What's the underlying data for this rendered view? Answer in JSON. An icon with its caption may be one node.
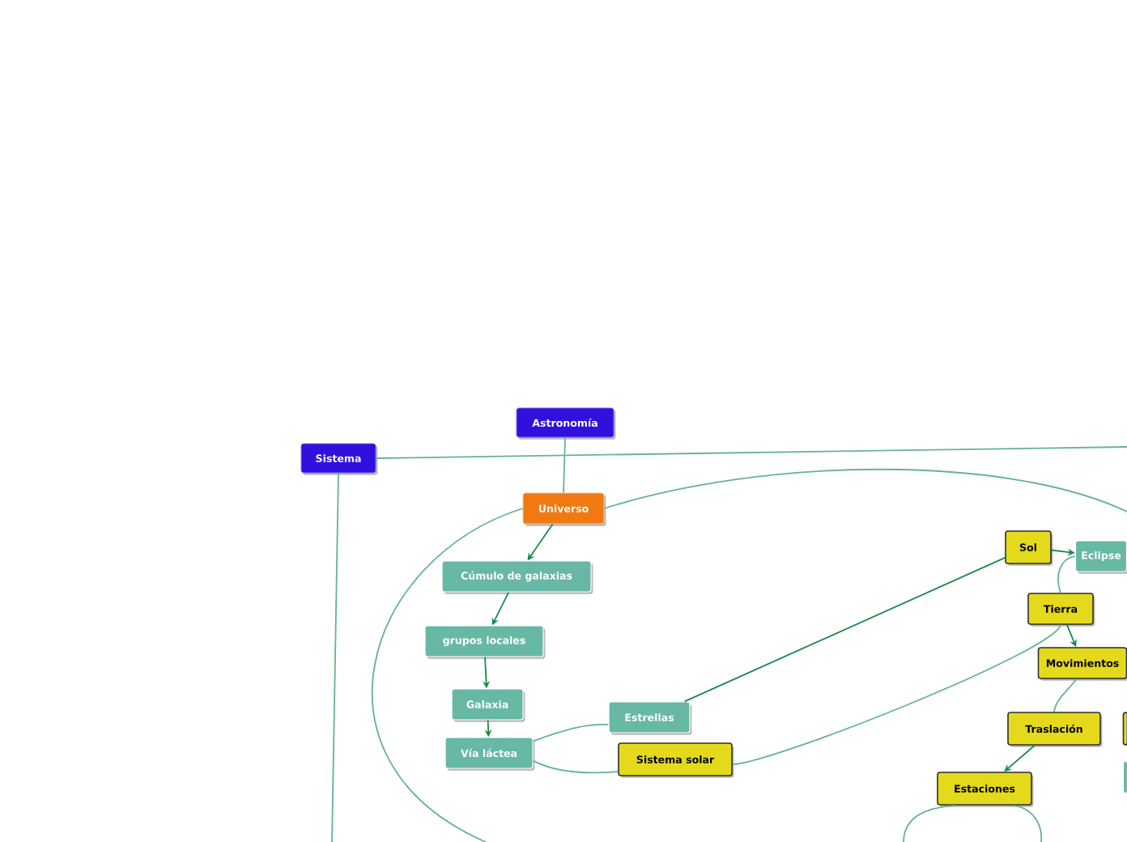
{
  "diagram": {
    "nodes": [
      {
        "text": [
          "Astronomía"
        ]
      },
      {
        "text": [
          "Sistema"
        ]
      },
      {
        "text": [
          "Universo"
        ]
      },
      {
        "text": [
          "Cúmulo de galaxias"
        ]
      },
      {
        "text": [
          "grupos locales"
        ]
      },
      {
        "text": [
          "Galaxia"
        ]
      },
      {
        "text": [
          "Vía láctea"
        ]
      },
      {
        "text": [
          "Estrellas"
        ]
      },
      {
        "text": [
          "Sistema solar"
        ]
      },
      {
        "text": [
          "Sol"
        ]
      },
      {
        "text": [
          "Eclipse"
        ]
      },
      {
        "text": [
          "Tierra"
        ]
      },
      {
        "text": [
          "Movimientos"
        ]
      },
      {
        "text": [
          "Traslación"
        ]
      },
      {
        "text": [
          "Estaciones"
        ]
      },
      {
        "text": [],
        "shape": "box"
      },
      {
        "text": [],
        "shape": "box"
      }
    ],
    "edges": [
      {
        "from": 0,
        "to": 2,
        "arrow": "none"
      },
      {
        "from": 1,
        "to": null,
        "arrow": "none"
      },
      {
        "from": 1,
        "to": null,
        "arrow": "none"
      },
      {
        "from": 2,
        "to": null,
        "arrow": "none"
      },
      {
        "from": 2,
        "to": null,
        "arrow": "none"
      },
      {
        "from": 2,
        "to": 3,
        "arrow": "to",
        "color": "#1a8a4a"
      },
      {
        "from": 3,
        "to": 4,
        "arrow": "to",
        "color": "#1a8a4a"
      },
      {
        "from": 4,
        "to": 5,
        "arrow": "to",
        "color": "#1a8a4a"
      },
      {
        "from": 5,
        "to": 6,
        "arrow": "to",
        "color": "#1a8a4a"
      },
      {
        "from": 6,
        "to": 7,
        "arrow": "none"
      },
      {
        "from": 6,
        "to": 8,
        "arrow": "none"
      },
      {
        "from": 7,
        "to": 9,
        "arrow": "none",
        "color": "#1a8a4a"
      },
      {
        "from": 9,
        "to": 10,
        "arrow": "to",
        "color": "#1a8a4a"
      },
      {
        "from": 8,
        "to": 11,
        "arrow": "none"
      },
      {
        "from": 11,
        "to": 10,
        "arrow": "none"
      },
      {
        "from": 11,
        "to": 12,
        "arrow": "to",
        "color": "#1a8a4a"
      },
      {
        "from": 12,
        "to": 13,
        "arrow": "none"
      },
      {
        "from": 13,
        "to": 14,
        "arrow": "to",
        "color": "#1a8a4a"
      },
      {
        "from": 14,
        "to": null,
        "arrow": "none"
      },
      {
        "from": 14,
        "to": null,
        "arrow": "none"
      }
    ]
  }
}
